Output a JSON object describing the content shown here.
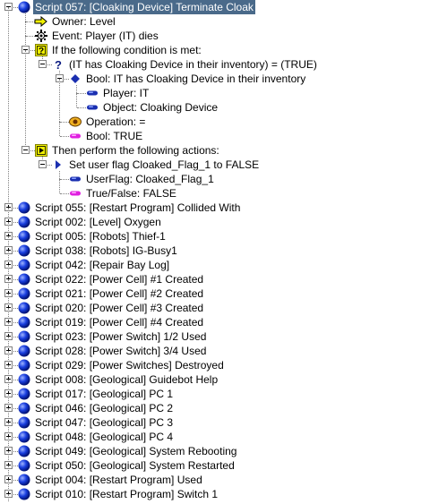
{
  "tree": [
    {
      "depth": 0,
      "icon": "blue-sphere-icon",
      "text": "Script 057: [Cloaking Device] Terminate Cloak",
      "expand": "minus",
      "selected": true,
      "last": false
    },
    {
      "depth": 1,
      "icon": "yellow-arrow-icon",
      "text": "Owner: Level",
      "expand": "none",
      "last": false
    },
    {
      "depth": 1,
      "icon": "event-gear-icon",
      "text": "Event: Player (IT) dies",
      "expand": "none",
      "last": false
    },
    {
      "depth": 1,
      "icon": "question-box-icon",
      "text": "If the following condition is met:",
      "expand": "minus",
      "last": false
    },
    {
      "depth": 2,
      "icon": "question-mark-icon",
      "text": "(IT has Cloaking Device in their inventory) = (TRUE)",
      "expand": "minus",
      "last": true
    },
    {
      "depth": 3,
      "icon": "blue-diamond-icon",
      "text": "Bool: IT has Cloaking Device in their inventory",
      "expand": "minus",
      "last": false
    },
    {
      "depth": 4,
      "icon": "blue-pill-icon",
      "text": "Player: IT",
      "expand": "none",
      "last": false
    },
    {
      "depth": 4,
      "icon": "blue-pill-icon",
      "text": "Object: Cloaking Device",
      "expand": "none",
      "last": true
    },
    {
      "depth": 3,
      "icon": "operation-eye-icon",
      "text": "Operation: =",
      "expand": "none",
      "last": false
    },
    {
      "depth": 3,
      "icon": "magenta-pill-icon",
      "text": "Bool: TRUE",
      "expand": "none",
      "last": true
    },
    {
      "depth": 1,
      "icon": "play-box-icon",
      "text": "Then perform the following actions:",
      "expand": "minus",
      "last": true
    },
    {
      "depth": 2,
      "icon": "blue-triangle-icon",
      "text": "Set user flag Cloaked_Flag_1 to FALSE",
      "expand": "minus",
      "last": true
    },
    {
      "depth": 3,
      "icon": "blue-pill-icon",
      "text": "UserFlag: Cloaked_Flag_1",
      "expand": "none",
      "last": false
    },
    {
      "depth": 3,
      "icon": "magenta-pill-icon",
      "text": "True/False: FALSE",
      "expand": "none",
      "last": true
    },
    {
      "depth": 0,
      "icon": "blue-sphere-icon",
      "text": "Script 055: [Restart Program] Collided With",
      "expand": "plus",
      "last": false
    },
    {
      "depth": 0,
      "icon": "blue-sphere-icon",
      "text": "Script 002: [Level] Oxygen",
      "expand": "plus",
      "last": false
    },
    {
      "depth": 0,
      "icon": "blue-sphere-icon",
      "text": "Script 005: [Robots] Thief-1",
      "expand": "plus",
      "last": false
    },
    {
      "depth": 0,
      "icon": "blue-sphere-icon",
      "text": "Script 038: [Robots] IG-Busy1",
      "expand": "plus",
      "last": false
    },
    {
      "depth": 0,
      "icon": "blue-sphere-icon",
      "text": "Script 042: [Repair Bay Log]",
      "expand": "plus",
      "last": false
    },
    {
      "depth": 0,
      "icon": "blue-sphere-icon",
      "text": "Script 022: [Power Cell] #1 Created",
      "expand": "plus",
      "last": false
    },
    {
      "depth": 0,
      "icon": "blue-sphere-icon",
      "text": "Script 021: [Power Cell] #2 Created",
      "expand": "plus",
      "last": false
    },
    {
      "depth": 0,
      "icon": "blue-sphere-icon",
      "text": "Script 020: [Power Cell] #3 Created",
      "expand": "plus",
      "last": false
    },
    {
      "depth": 0,
      "icon": "blue-sphere-icon",
      "text": "Script 019: [Power Cell] #4 Created",
      "expand": "plus",
      "last": false
    },
    {
      "depth": 0,
      "icon": "blue-sphere-icon",
      "text": "Script 023: [Power Switch] 1/2 Used",
      "expand": "plus",
      "last": false
    },
    {
      "depth": 0,
      "icon": "blue-sphere-icon",
      "text": "Script 028: [Power Switch] 3/4 Used",
      "expand": "plus",
      "last": false
    },
    {
      "depth": 0,
      "icon": "blue-sphere-icon",
      "text": "Script 029: [Power Switches] Destroyed",
      "expand": "plus",
      "last": false
    },
    {
      "depth": 0,
      "icon": "blue-sphere-icon",
      "text": "Script 008: [Geological] Guidebot Help",
      "expand": "plus",
      "last": false
    },
    {
      "depth": 0,
      "icon": "blue-sphere-icon",
      "text": "Script 017: [Geological] PC 1",
      "expand": "plus",
      "last": false
    },
    {
      "depth": 0,
      "icon": "blue-sphere-icon",
      "text": "Script 046: [Geological] PC 2",
      "expand": "plus",
      "last": false
    },
    {
      "depth": 0,
      "icon": "blue-sphere-icon",
      "text": "Script 047: [Geological] PC 3",
      "expand": "plus",
      "last": false
    },
    {
      "depth": 0,
      "icon": "blue-sphere-icon",
      "text": "Script 048: [Geological] PC 4",
      "expand": "plus",
      "last": false
    },
    {
      "depth": 0,
      "icon": "blue-sphere-icon",
      "text": "Script 049: [Geological] System Rebooting",
      "expand": "plus",
      "last": false
    },
    {
      "depth": 0,
      "icon": "blue-sphere-icon",
      "text": "Script 050: [Geological] System Restarted",
      "expand": "plus",
      "last": false
    },
    {
      "depth": 0,
      "icon": "blue-sphere-icon",
      "text": "Script 004: [Restart Program] Used",
      "expand": "plus",
      "last": false
    },
    {
      "depth": 0,
      "icon": "blue-sphere-icon",
      "text": "Script 010: [Restart Program] Switch 1",
      "expand": "plus",
      "last": false
    }
  ],
  "colors": {
    "selection": "#4a6a8a",
    "sphere": "#1a3fe0",
    "magenta": "#e020e0",
    "yellow": "#f0f000",
    "olive": "#808000"
  }
}
